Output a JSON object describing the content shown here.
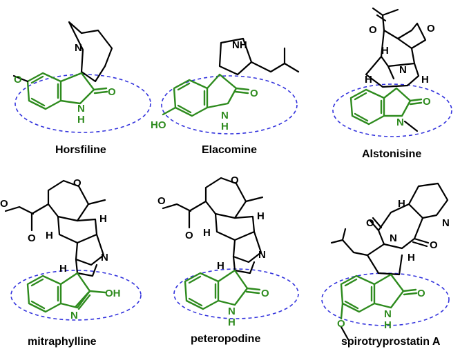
{
  "compounds": [
    {
      "name": "Horsfiline",
      "labels": {
        "n_top": "N",
        "o_carbonyl": "O",
        "nh_n": "N",
        "nh_h": "H",
        "o_methoxy": "O"
      }
    },
    {
      "name": "Elacomine",
      "labels": {
        "nh_top": "NH",
        "o_carbonyl": "O",
        "nh_n": "N",
        "nh_h": "H",
        "ho": "HO"
      }
    },
    {
      "name": "Alstonisine",
      "labels": {
        "o_acetyl": "O",
        "o_ring": "O",
        "h_top": "H",
        "h_left": "H",
        "n_bridge": "N",
        "h_right": "H",
        "o_carbonyl": "O",
        "n_methyl": "N"
      }
    },
    {
      "name": "mitraphylline",
      "labels": {
        "o_ring": "O",
        "h_right": "H",
        "o_ester": "O",
        "o_carbonyl": "O",
        "h_mid": "H",
        "n_ring": "N",
        "h_low": "H",
        "n_indole": "N",
        "oh": "OH"
      }
    },
    {
      "name": "peteropodine",
      "labels": {
        "o_ring": "O",
        "h_right": "H",
        "o_ester": "O",
        "o_carbonyl": "O",
        "h_mid": "H",
        "n_ring": "N",
        "h_low": "H",
        "o_lactam": "O",
        "nh_n": "N",
        "nh_h": "H"
      }
    },
    {
      "name": "spirotryprostatin A",
      "labels": {
        "h_top": "H",
        "n_top": "N",
        "o_top": "O",
        "n_mid": "N",
        "o_right": "O",
        "h_right": "H",
        "o_lactam": "O",
        "nh_n": "N",
        "nh_h": "H",
        "o_methoxy": "O"
      }
    }
  ],
  "colors": {
    "highlight": "#2e8b1e",
    "bond": "#000000",
    "dashed_ellipse": "#3333dd"
  }
}
